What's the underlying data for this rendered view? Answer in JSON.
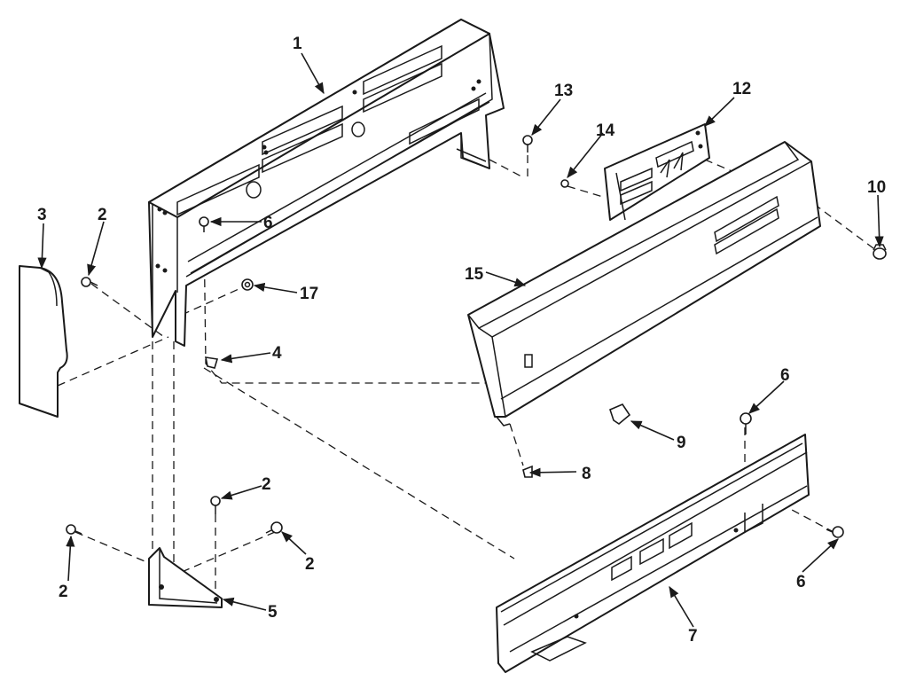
{
  "callouts": {
    "c1": "1",
    "c2a": "2",
    "c2b": "2",
    "c2c": "2",
    "c2d": "2",
    "c3": "3",
    "c4": "4",
    "c5": "5",
    "c6a": "6",
    "c6b": "6",
    "c6c": "6",
    "c7": "7",
    "c8": "8",
    "c9": "9",
    "c10": "10",
    "c12": "12",
    "c13": "13",
    "c14": "14",
    "c15": "15",
    "c17": "17"
  }
}
